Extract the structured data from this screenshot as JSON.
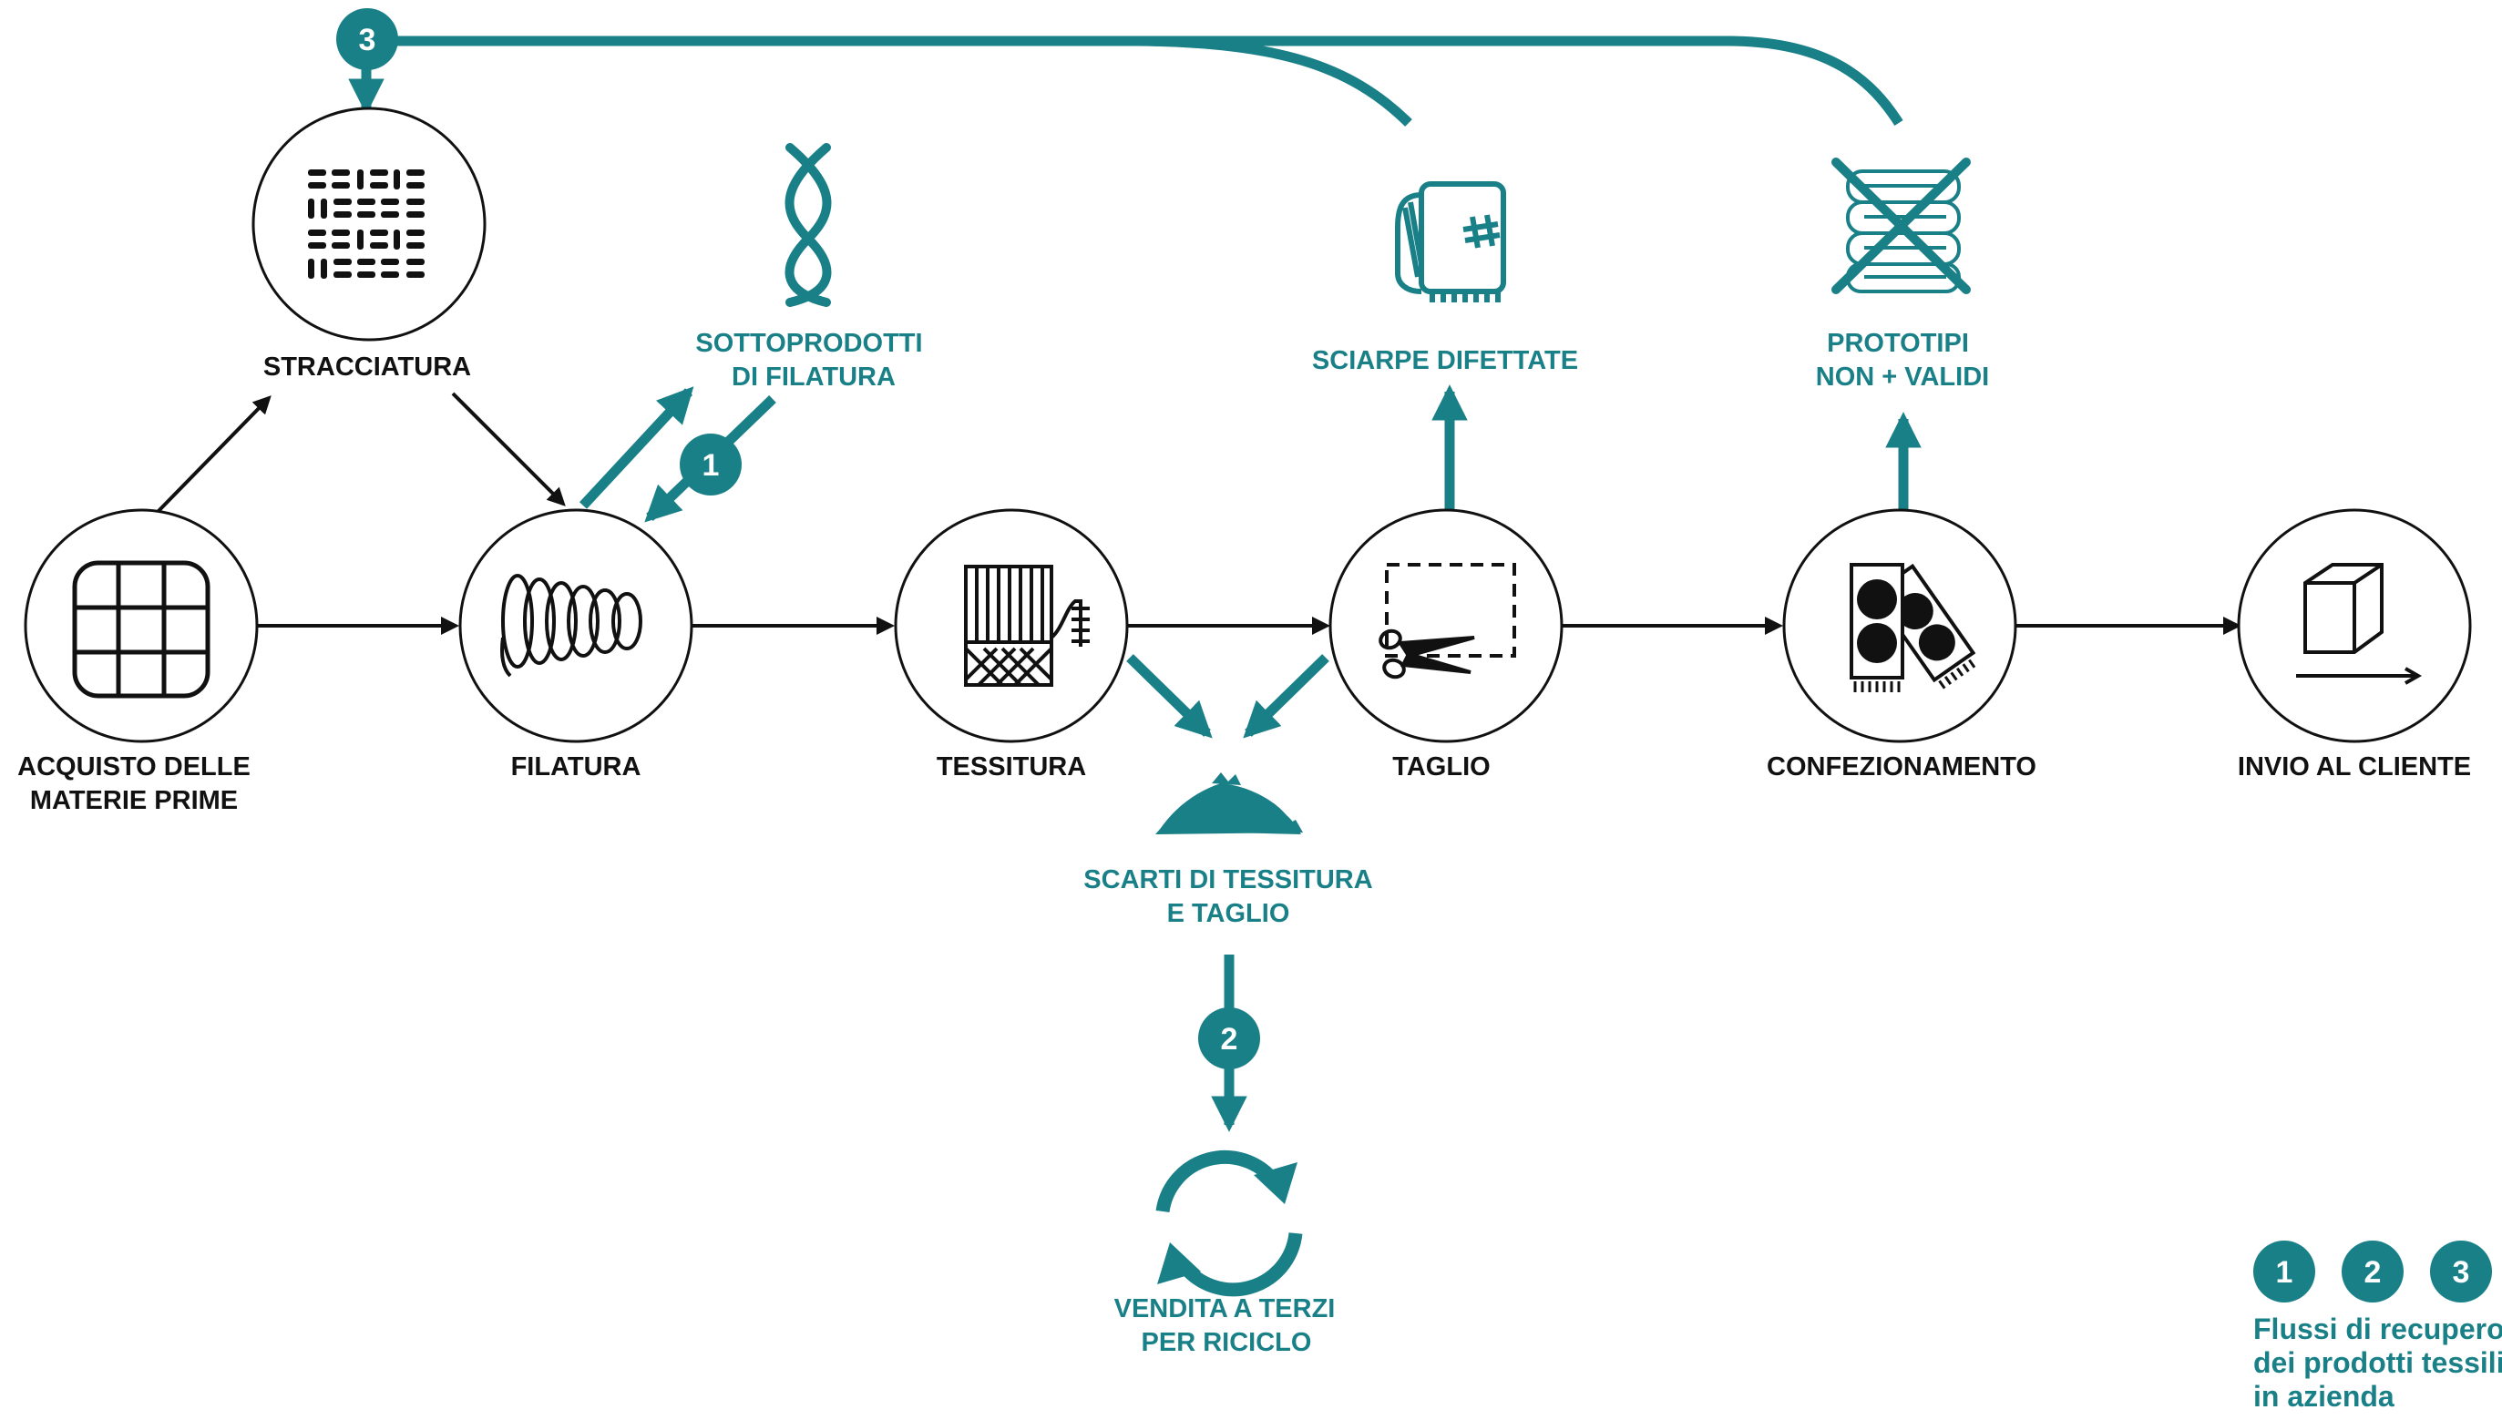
{
  "colors": {
    "teal": "#1a8088",
    "dark": "#111111",
    "node_fill": "#ffffff"
  },
  "steps": [
    {
      "id": "acquisto",
      "label_lines": [
        "ACQUISTO DELLE",
        "MATERIE PRIME"
      ],
      "icon": "bales-icon"
    },
    {
      "id": "stracciatura",
      "label_lines": [
        "STRACCIATURA"
      ],
      "icon": "shredded-fibers-icon"
    },
    {
      "id": "filatura",
      "label_lines": [
        "FILATURA"
      ],
      "icon": "spring-yarn-icon"
    },
    {
      "id": "tessitura",
      "label_lines": [
        "TESSITURA"
      ],
      "icon": "loom-icon"
    },
    {
      "id": "taglio",
      "label_lines": [
        "TAGLIO"
      ],
      "icon": "scissors-cut-icon"
    },
    {
      "id": "confezionamento",
      "label_lines": [
        "CONFEZIONAMENTO"
      ],
      "icon": "folded-scarves-icon"
    },
    {
      "id": "invio",
      "label_lines": [
        "INVIO AL CLIENTE"
      ],
      "icon": "box-delivery-icon"
    }
  ],
  "byproducts": [
    {
      "id": "sottoprodotti",
      "label_lines": [
        "SOTTOPRODOTTI",
        "DI FILATURA"
      ],
      "icon": "twisted-yarn-icon"
    },
    {
      "id": "sciarpe",
      "label_lines": [
        "SCIARPE DIFETTATE"
      ],
      "icon": "defective-scarf-icon"
    },
    {
      "id": "prototipi",
      "label_lines": [
        "PROTOTIPI",
        "NON + VALIDI"
      ],
      "icon": "crossed-prototypes-icon"
    },
    {
      "id": "scarti",
      "label_lines": [
        "SCARTI DI TESSITURA",
        "E TAGLIO"
      ],
      "icon": "scraps-pile-icon"
    },
    {
      "id": "vendita",
      "label_lines": [
        "VENDITA A TERZI",
        "PER RICICLO"
      ],
      "icon": "recycle-arrows-icon"
    }
  ],
  "badges": [
    "1",
    "2",
    "3"
  ],
  "legend": {
    "badges": [
      "1",
      "2",
      "3"
    ],
    "text_lines": [
      "Flussi di recupero",
      "dei prodotti tessili",
      "in azienda"
    ]
  }
}
